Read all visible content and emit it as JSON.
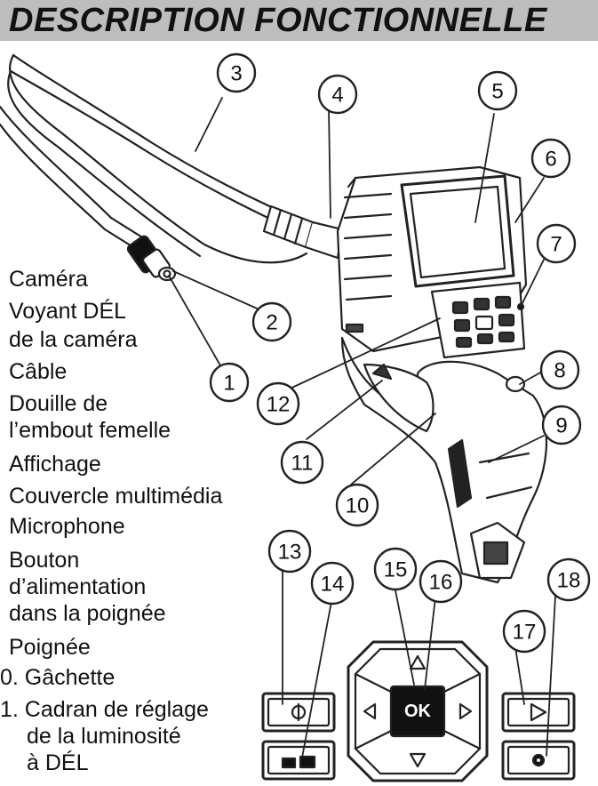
{
  "title": "DESCRIPTION FONCTIONNELLE",
  "legend": [
    {
      "text": "Caméra"
    },
    {
      "text": "Voyant DÉL"
    },
    {
      "text": "de la caméra"
    },
    {
      "text": "Câble"
    },
    {
      "text": "Douille de"
    },
    {
      "text": "l’embout femelle"
    },
    {
      "text": "Affichage"
    },
    {
      "text": "Couvercle multimédia"
    },
    {
      "text": "Microphone"
    },
    {
      "text": "Bouton"
    },
    {
      "text": "d’alimentation"
    },
    {
      "text": "dans la poignée"
    },
    {
      "text": "Poignée"
    },
    {
      "text": "0. Gâchette"
    },
    {
      "text": "1. Cadran de réglage"
    },
    {
      "text": "de la luminosité"
    },
    {
      "text": "à DÉL"
    }
  ],
  "callouts": [
    "1",
    "2",
    "3",
    "4",
    "5",
    "6",
    "7",
    "8",
    "9",
    "10",
    "11",
    "12",
    "13",
    "14",
    "15",
    "16",
    "17",
    "18"
  ],
  "keypad": {
    "ok_label": "OK"
  },
  "colors": {
    "title_band": "#bdbdbd",
    "ink": "#111111"
  }
}
